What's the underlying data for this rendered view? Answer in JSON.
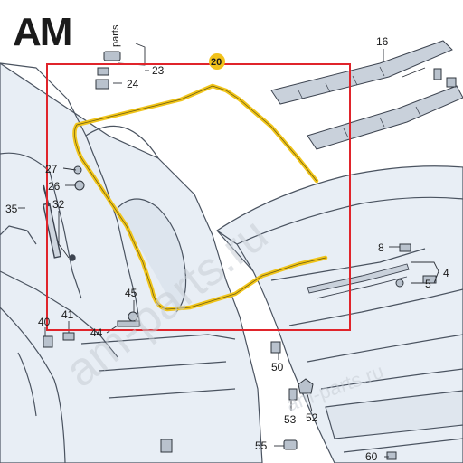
{
  "logo": {
    "main": "AM",
    "sub": "parts"
  },
  "watermarks": [
    "am-parts.ru",
    "am-parts.ru"
  ],
  "colors": {
    "highlight_box": "#e0242b",
    "seal": "#f0c419",
    "callout_badge": "#f2c21b",
    "body_fill": "#e8eef5",
    "line": "#4a5360"
  },
  "callouts": {
    "c16": "16",
    "c20": "20",
    "c23": "23",
    "c24": "24",
    "c27": "27",
    "c26": "26",
    "c35": "35",
    "c32": "32",
    "c8": "8",
    "c4": "4",
    "c5": "5",
    "c45": "45",
    "c40": "40",
    "c41": "41",
    "c44": "44",
    "c50": "50",
    "c53": "53",
    "c52": "52",
    "c55": "55",
    "c60": "60"
  }
}
